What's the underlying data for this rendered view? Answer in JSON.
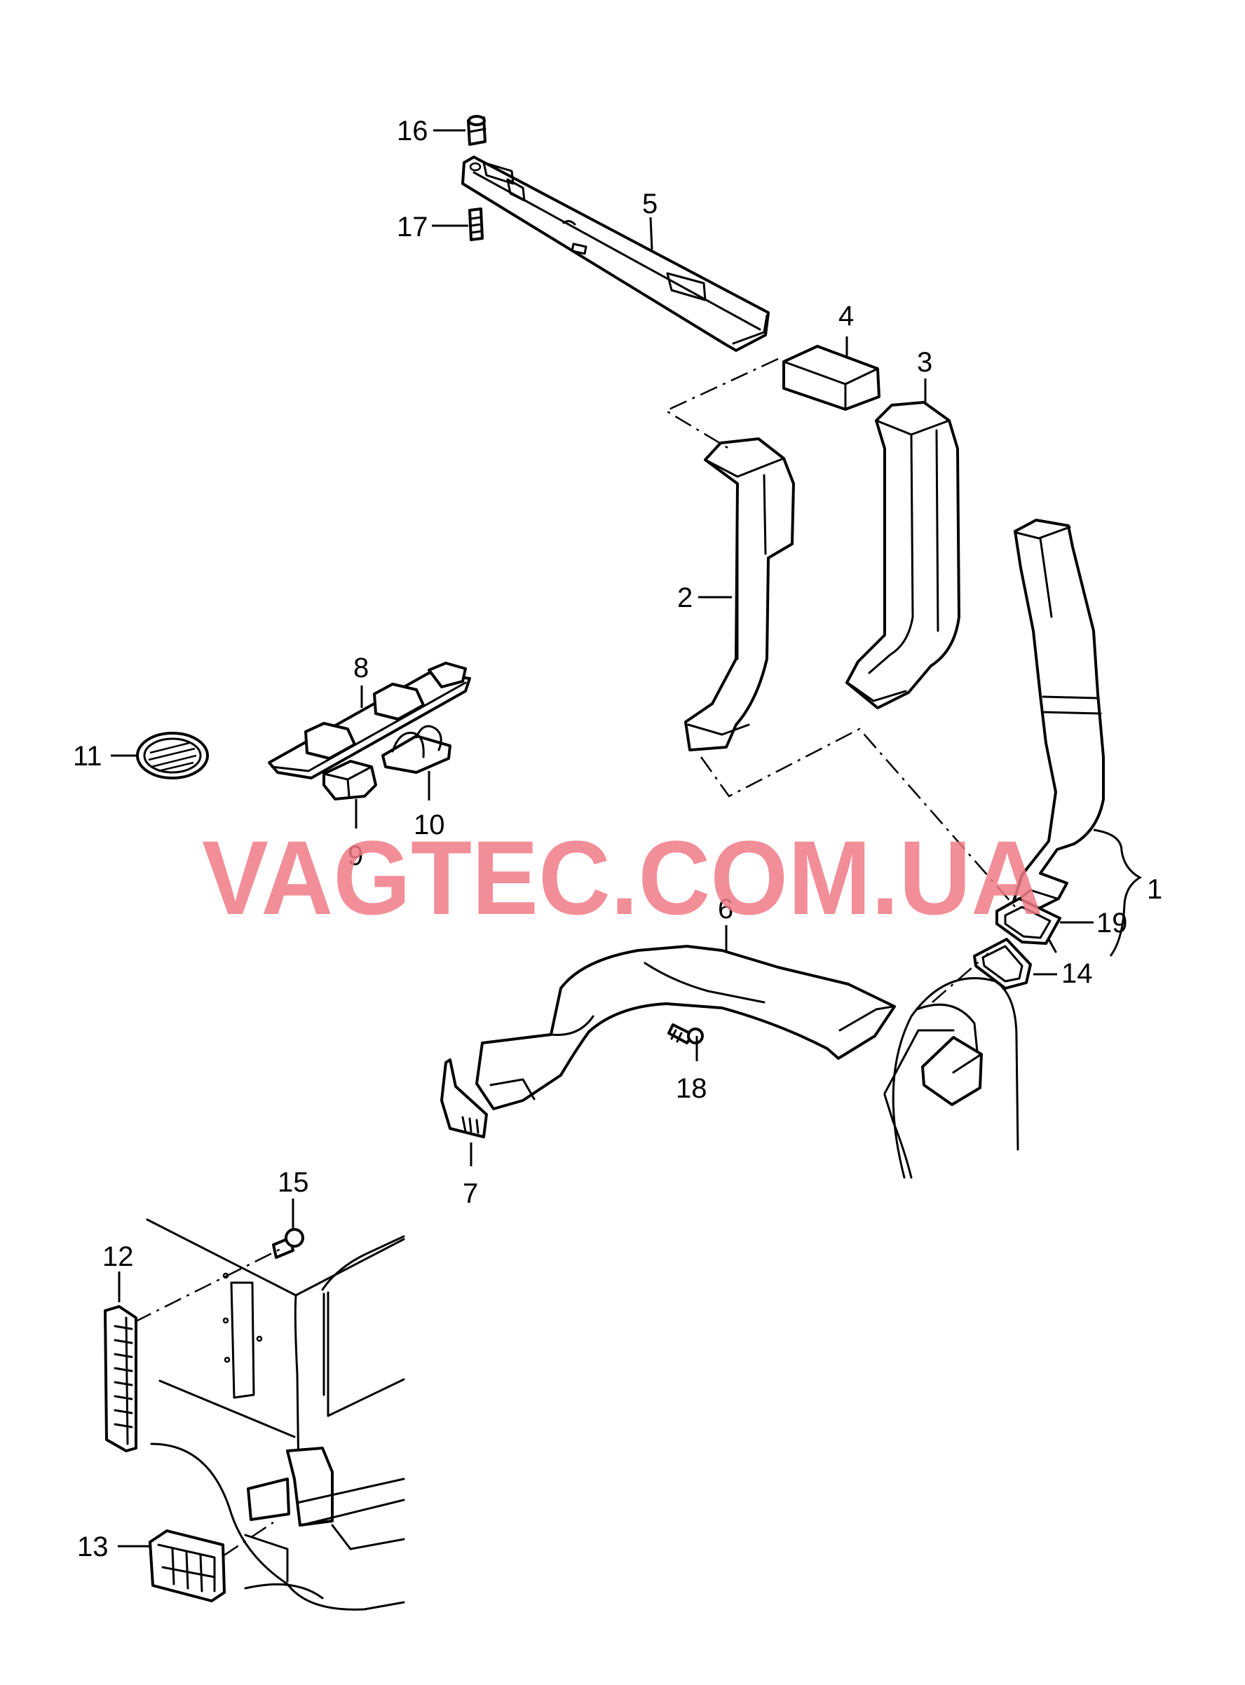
{
  "watermark": "VAGTEC.COM.UA",
  "callouts": {
    "c1": "1",
    "c2": "2",
    "c3": "3",
    "c4": "4",
    "c5": "5",
    "c6": "6",
    "c7": "7",
    "c8": "8",
    "c9": "9",
    "c10": "10",
    "c11": "11",
    "c12": "12",
    "c13": "13",
    "c14": "14",
    "c15": "15",
    "c16": "16",
    "c17": "17",
    "c18": "18",
    "c19": "19"
  },
  "colors": {
    "line": "#000000",
    "background": "#ffffff",
    "watermark": "#f07a86"
  }
}
